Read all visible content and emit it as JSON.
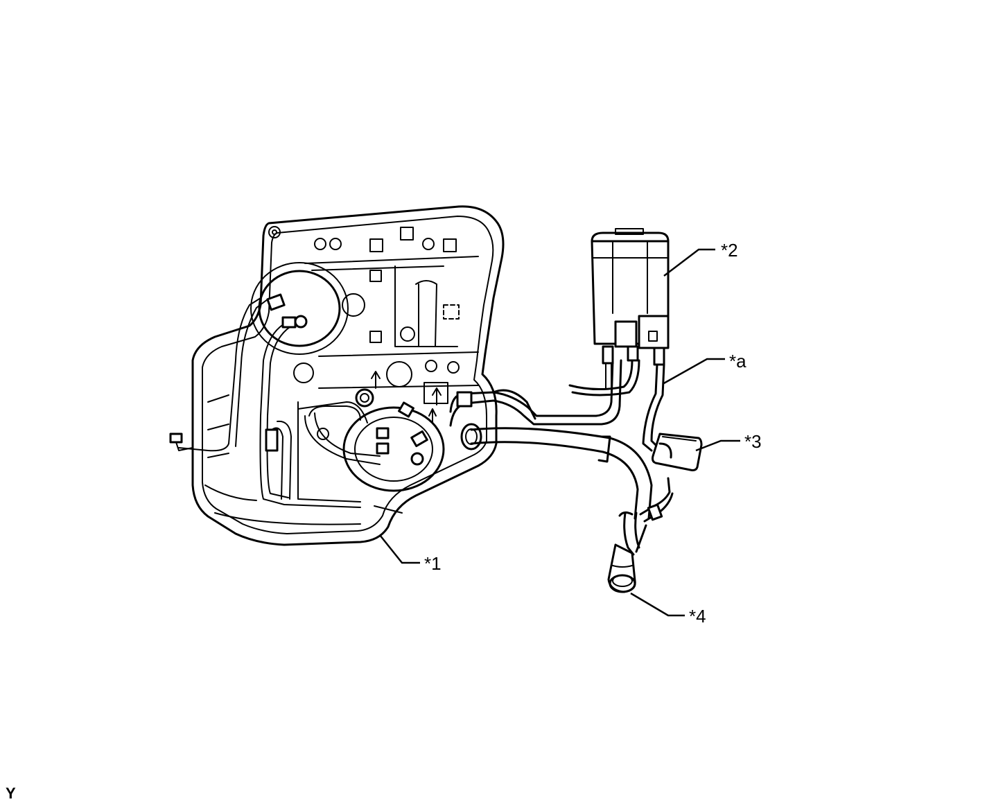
{
  "callouts": {
    "fuel_tank": "*1",
    "canister": "*2",
    "filter": "*3",
    "inlet": "*4",
    "hose_a": "*a"
  },
  "corner_code": "Y"
}
